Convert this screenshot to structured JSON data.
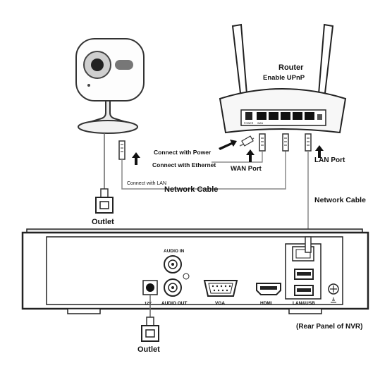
{
  "router": {
    "title": "Router",
    "subtitle": "Enable UPnP",
    "ports": {
      "power": "POWER",
      "wan": "WAN"
    }
  },
  "labels": {
    "connect_power": "Connect with Power",
    "connect_ethernet": "Connect with Ethernet",
    "wan_port": "WAN Port",
    "lan_port": "LAN Port",
    "connect_lan": "Connect with LAN",
    "network_cable_left": "Network Cable",
    "network_cable_right": "Network Cable",
    "outlet_camera": "Outlet",
    "outlet_nvr": "Outlet",
    "rear_panel": "(Rear Panel of NVR)"
  },
  "nvr": {
    "audio_in": "AUDIO IN",
    "audio_out": "AUDIO OUT",
    "vga": "VGA",
    "hdmi": "HDMI",
    "lan_usb": "LAN&USB",
    "power_12v": "12V"
  },
  "colors": {
    "stroke": "#1a1a1a",
    "cable": "#555555",
    "fill_light": "#f4f4f4",
    "fill_dark": "#222222"
  }
}
